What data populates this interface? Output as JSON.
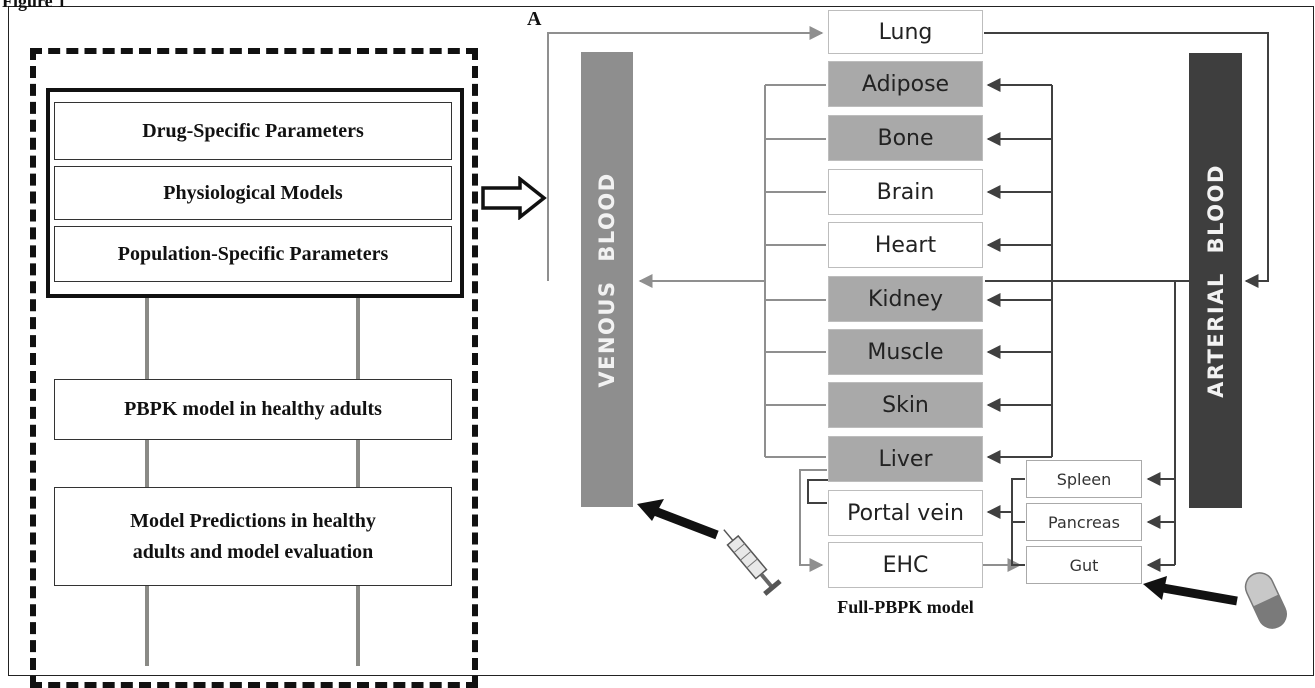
{
  "figure": {
    "panel_label": "A",
    "model_caption": "Full-PBPK model"
  },
  "workflow": {
    "parameters": [
      "Drug-Specific Parameters",
      "Physiological Models",
      "Population-Specific Parameters"
    ],
    "step1": "PBPK model in healthy adults",
    "step2_line1": "Model Predictions in healthy",
    "step2_line2": "adults and model evaluation"
  },
  "pbpk": {
    "venous": "VENOUS  BLOOD",
    "arterial": "ARTERIAL BLOOD",
    "organs": [
      {
        "name": "Lung",
        "shade": "white"
      },
      {
        "name": "Adipose",
        "shade": "gray"
      },
      {
        "name": "Bone",
        "shade": "gray"
      },
      {
        "name": "Brain",
        "shade": "white"
      },
      {
        "name": "Heart",
        "shade": "white"
      },
      {
        "name": "Kidney",
        "shade": "gray"
      },
      {
        "name": "Muscle",
        "shade": "gray"
      },
      {
        "name": "Skin",
        "shade": "gray"
      },
      {
        "name": "Liver",
        "shade": "gray"
      },
      {
        "name": "Portal vein",
        "shade": "white"
      },
      {
        "name": "EHC",
        "shade": "white"
      }
    ],
    "splanchnic": [
      "Spleen",
      "Pancreas",
      "Gut"
    ],
    "icons": [
      "syringe-icon",
      "pill-icon"
    ]
  }
}
